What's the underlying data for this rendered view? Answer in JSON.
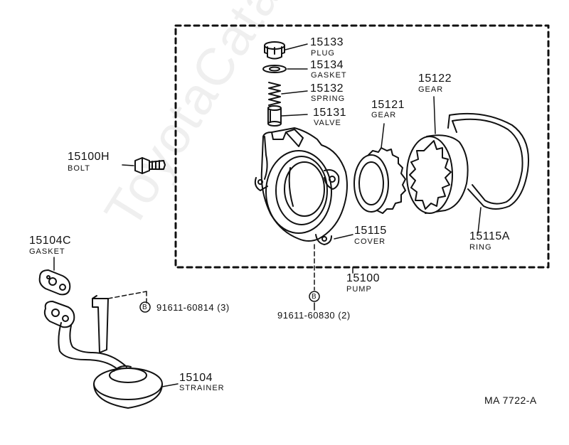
{
  "watermark": "ToyotaCatalog.ru",
  "diagram_code": "MA 7722-A",
  "parts": {
    "plug": {
      "number": "15133",
      "name": "PLUG"
    },
    "gasket_a": {
      "number": "15134",
      "name": "GASKET"
    },
    "spring": {
      "number": "15132",
      "name": "SPRING"
    },
    "valve": {
      "number": "15131",
      "name": "VALVE"
    },
    "gear_outer": {
      "number": "15122",
      "name": "GEAR"
    },
    "gear_inner": {
      "number": "15121",
      "name": "GEAR"
    },
    "bolt": {
      "number": "15100H",
      "name": "BOLT"
    },
    "gasket_b": {
      "number": "15104C",
      "name": "GASKET"
    },
    "cover": {
      "number": "15115",
      "name": "COVER"
    },
    "ring": {
      "number": "15115A",
      "name": "RING"
    },
    "pump": {
      "number": "15100",
      "name": "PUMP"
    },
    "strainer": {
      "number": "15104",
      "name": "STRAINER"
    }
  },
  "bolt_refs": {
    "marker": "B",
    "strainer_bolt": "91611-60814 (3)",
    "cover_bolt": "91611-60830 (2)"
  }
}
